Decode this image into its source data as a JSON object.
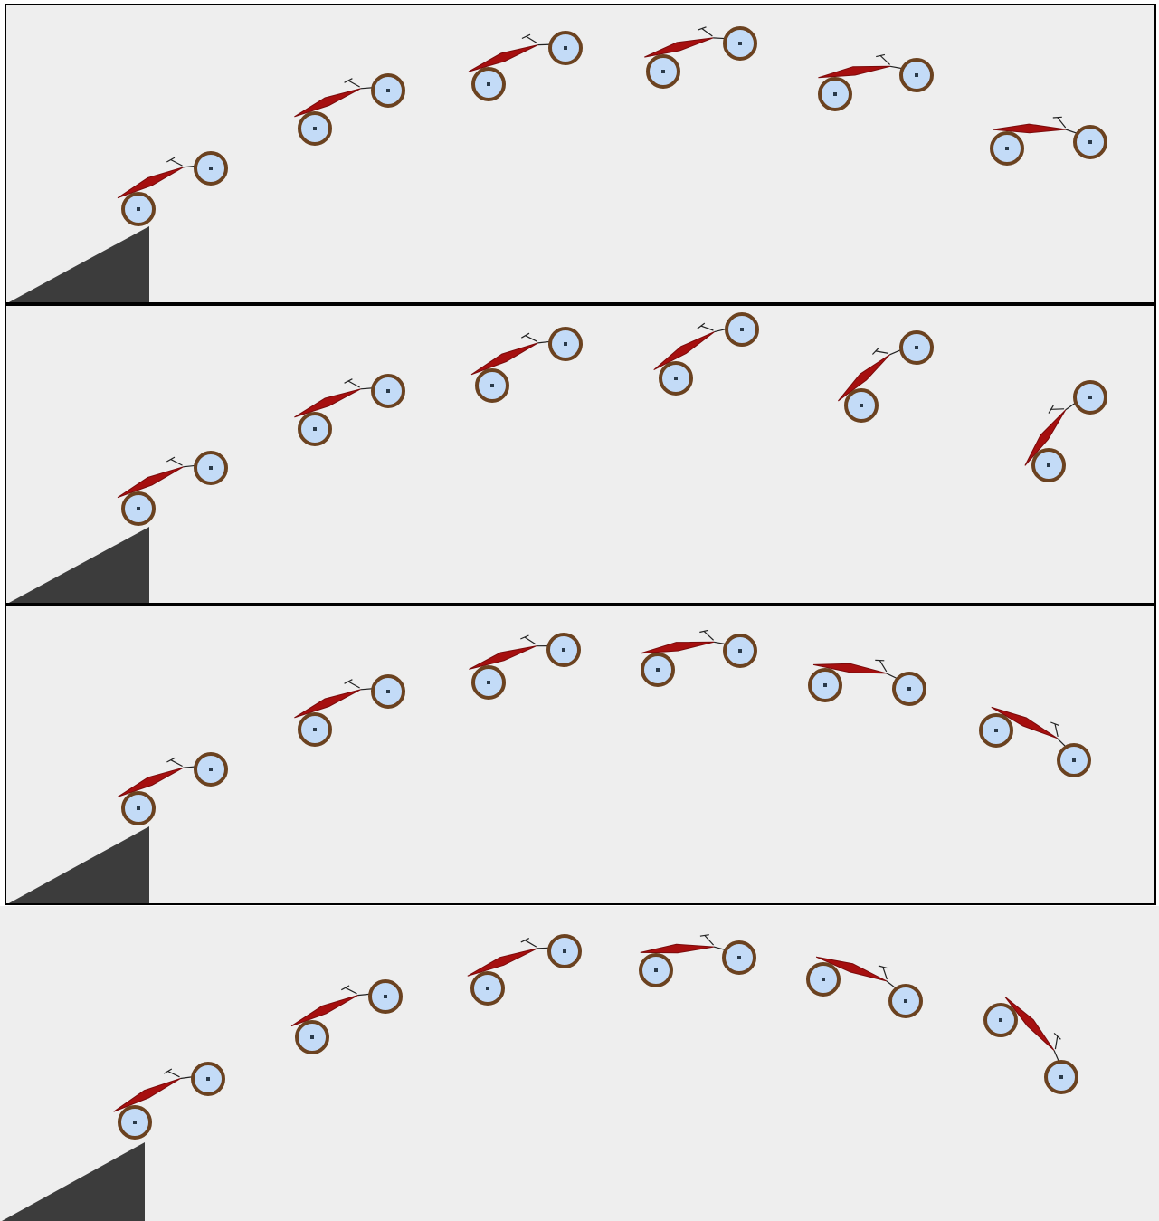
{
  "scene": {
    "description_free": true,
    "colors": {
      "background": "#eeeeee",
      "ramp": "#3c3c3c",
      "frame": "#a60f0f",
      "tire": "#6b4220",
      "wheel_fill": "#c3dbf7",
      "border": "#000000"
    },
    "panels": [
      {
        "id": "panel-1",
        "bike_count": 6,
        "ramp_icon": "ramp-shape",
        "bike_icon": "motorbike-icon"
      },
      {
        "id": "panel-2",
        "bike_count": 6,
        "ramp_icon": "ramp-shape",
        "bike_icon": "motorbike-icon"
      },
      {
        "id": "panel-3",
        "bike_count": 6,
        "ramp_icon": "ramp-shape",
        "bike_icon": "motorbike-icon"
      },
      {
        "id": "panel-4",
        "bike_count": 6,
        "ramp_icon": "ramp-shape",
        "bike_icon": "motorbike-icon"
      }
    ]
  }
}
